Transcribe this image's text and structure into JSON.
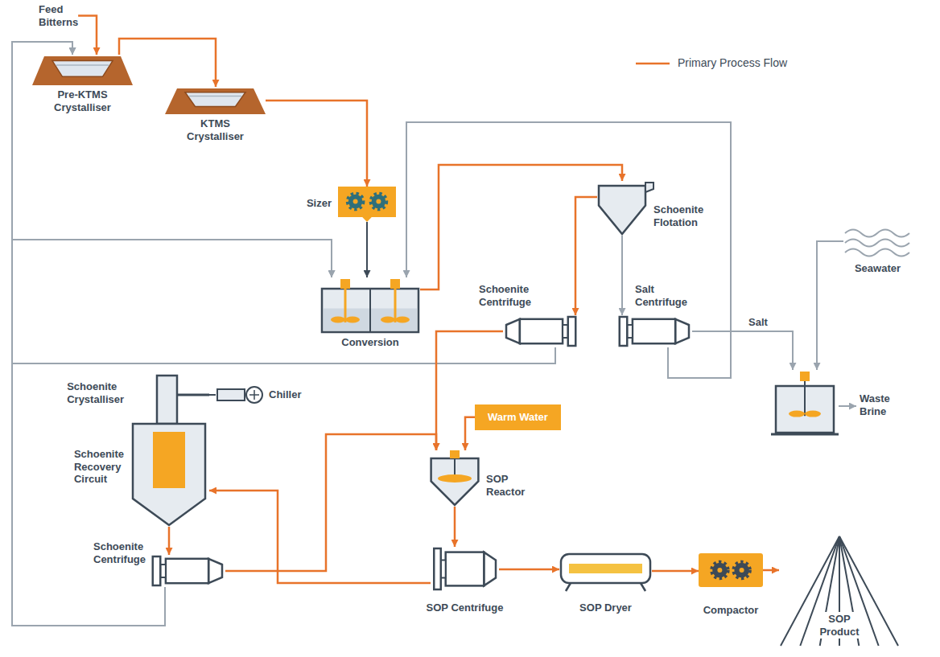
{
  "diagram": {
    "nodes": [
      {
        "text": [
          "Feed Bitterns"
        ]
      },
      {
        "text": [
          "Pre-KTMS Crystalliser"
        ]
      },
      {
        "text": [
          "KTMS Crystalliser"
        ]
      },
      {
        "text": [
          "Sizer"
        ]
      },
      {
        "text": [
          "Conversion"
        ]
      },
      {
        "text": [
          "Schoenite Flotation"
        ]
      },
      {
        "text": [
          "Schoenite Centrifuge"
        ]
      },
      {
        "text": [
          "Salt Centrifuge"
        ]
      },
      {
        "text": [
          "Seawater"
        ]
      },
      {
        "text": [
          "Waste Brine"
        ]
      },
      {
        "text": [
          "Warm Water"
        ]
      },
      {
        "text": [
          "SOP Reactor"
        ]
      },
      {
        "text": [
          "Schoenite Crystalliser",
          "Schoenite Recovery Circuit"
        ]
      },
      {
        "text": [
          "Chiller"
        ]
      },
      {
        "text": [
          "Schoenite Centrifuge"
        ]
      },
      {
        "text": [
          "SOP Centrifuge"
        ]
      },
      {
        "text": [
          "SOP Dryer"
        ]
      },
      {
        "text": [
          "Compactor"
        ]
      },
      {
        "text": [
          "SOP Product"
        ]
      }
    ],
    "edges": [
      {
        "from": 0,
        "to": 1,
        "arrow": "to"
      },
      {
        "from": 1,
        "to": 2,
        "arrow": "to"
      },
      {
        "from": 2,
        "to": 3,
        "arrow": "to"
      },
      {
        "from": 3,
        "to": 4,
        "arrow": "to"
      },
      {
        "from": 4,
        "to": 5,
        "arrow": "to"
      },
      {
        "from": 5,
        "to": 6,
        "arrow": "to"
      },
      {
        "from": 5,
        "to": 7,
        "arrow": "to"
      },
      {
        "from": 7,
        "to": 4,
        "arrow": "to"
      },
      {
        "from": 7,
        "to": 9,
        "label": "Salt",
        "arrow": "to"
      },
      {
        "from": 8,
        "to": 9,
        "arrow": "to"
      },
      {
        "from": 6,
        "to": 1,
        "arrow": "to"
      },
      {
        "from": 6,
        "to": 4,
        "arrow": "to"
      },
      {
        "from": 14,
        "to": 1,
        "arrow": "to"
      },
      {
        "from": 14,
        "to": 4,
        "arrow": "to"
      },
      {
        "from": 6,
        "to": 11,
        "arrow": "to"
      },
      {
        "from": 10,
        "to": 11,
        "arrow": "to"
      },
      {
        "from": 13,
        "to": 12,
        "arrow": "none"
      },
      {
        "from": 12,
        "to": 14,
        "arrow": "to"
      },
      {
        "from": 14,
        "to": 11,
        "arrow": "to"
      },
      {
        "from": 11,
        "to": 15,
        "arrow": "to"
      },
      {
        "from": 15,
        "to": 12,
        "arrow": "to"
      },
      {
        "from": 15,
        "to": 16,
        "arrow": "to"
      },
      {
        "from": 16,
        "to": 17,
        "arrow": "to"
      },
      {
        "from": 17,
        "to": 18,
        "arrow": "to"
      }
    ],
    "legend": [
      {
        "text": "Primary Process Flow"
      }
    ]
  }
}
